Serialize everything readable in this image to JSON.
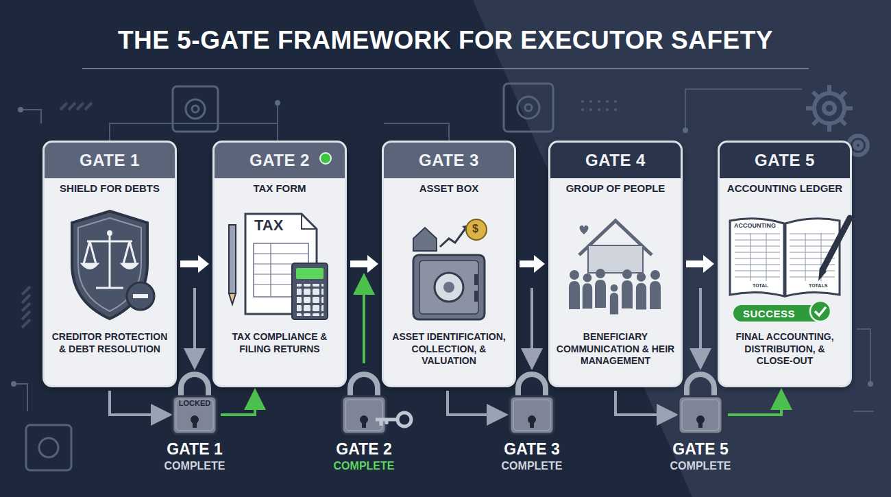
{
  "diagram": {
    "title": "THE 5-GATE FRAMEWORK FOR EXECUTOR SAFETY",
    "nodes": [
      {
        "text": [
          "GATE 1",
          "SHIELD FOR DEBTS",
          "CREDITOR PROTECTION & DEBT RESOLUTION"
        ]
      },
      {
        "text": [
          "GATE 2",
          "TAX FORM",
          "TAX COMPLIANCE & FILING RETURNS"
        ]
      },
      {
        "text": [
          "GATE 3",
          "ASSET BOX",
          "ASSET IDENTIFICATION, COLLECTION, & VALUATION"
        ]
      },
      {
        "text": [
          "GATE 4",
          "GROUP OF PEOPLE",
          "BENEFICIARY COMMUNICATION & HEIR MANAGEMENT"
        ]
      },
      {
        "text": [
          "GATE 5",
          "ACCOUNTING LEDGER",
          "FINAL ACCOUNTING, DISTRIBUTION, & CLOSE-OUT"
        ]
      },
      {
        "text": [
          "SUCCESS"
        ],
        "in": 4
      }
    ],
    "edges": [
      {
        "from": 0,
        "to": 1,
        "arrow": "to"
      },
      {
        "from": 1,
        "to": 2,
        "arrow": "to"
      },
      {
        "from": 2,
        "to": 3,
        "arrow": "to"
      },
      {
        "from": 3,
        "to": 4,
        "arrow": "to"
      }
    ],
    "labels": [
      "TAX",
      "$",
      "ACCOUNTING",
      "TOTAL",
      "TOTALS",
      "LOCKED",
      "GATE 1 COMPLETE",
      "GATE 2 COMPLETE",
      "GATE 3 COMPLETE",
      "GATE 5 COMPLETE"
    ]
  }
}
